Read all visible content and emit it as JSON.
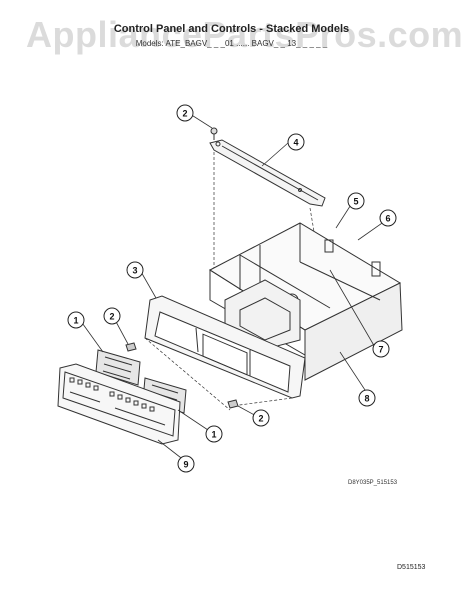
{
  "watermark": "AppliancePartsPros.com",
  "title": "Control Panel and Controls - Stacked Models",
  "models": "Models: ATE_BAGV_ _ _01 ...... BAGV_ _ 13_ _ _ _ _",
  "drawing_code_small": "D8Y035P_515153",
  "drawing_code": "D515153",
  "callouts": [
    "1",
    "1",
    "2",
    "2",
    "2",
    "3",
    "4",
    "5",
    "6",
    "7",
    "8",
    "9"
  ]
}
